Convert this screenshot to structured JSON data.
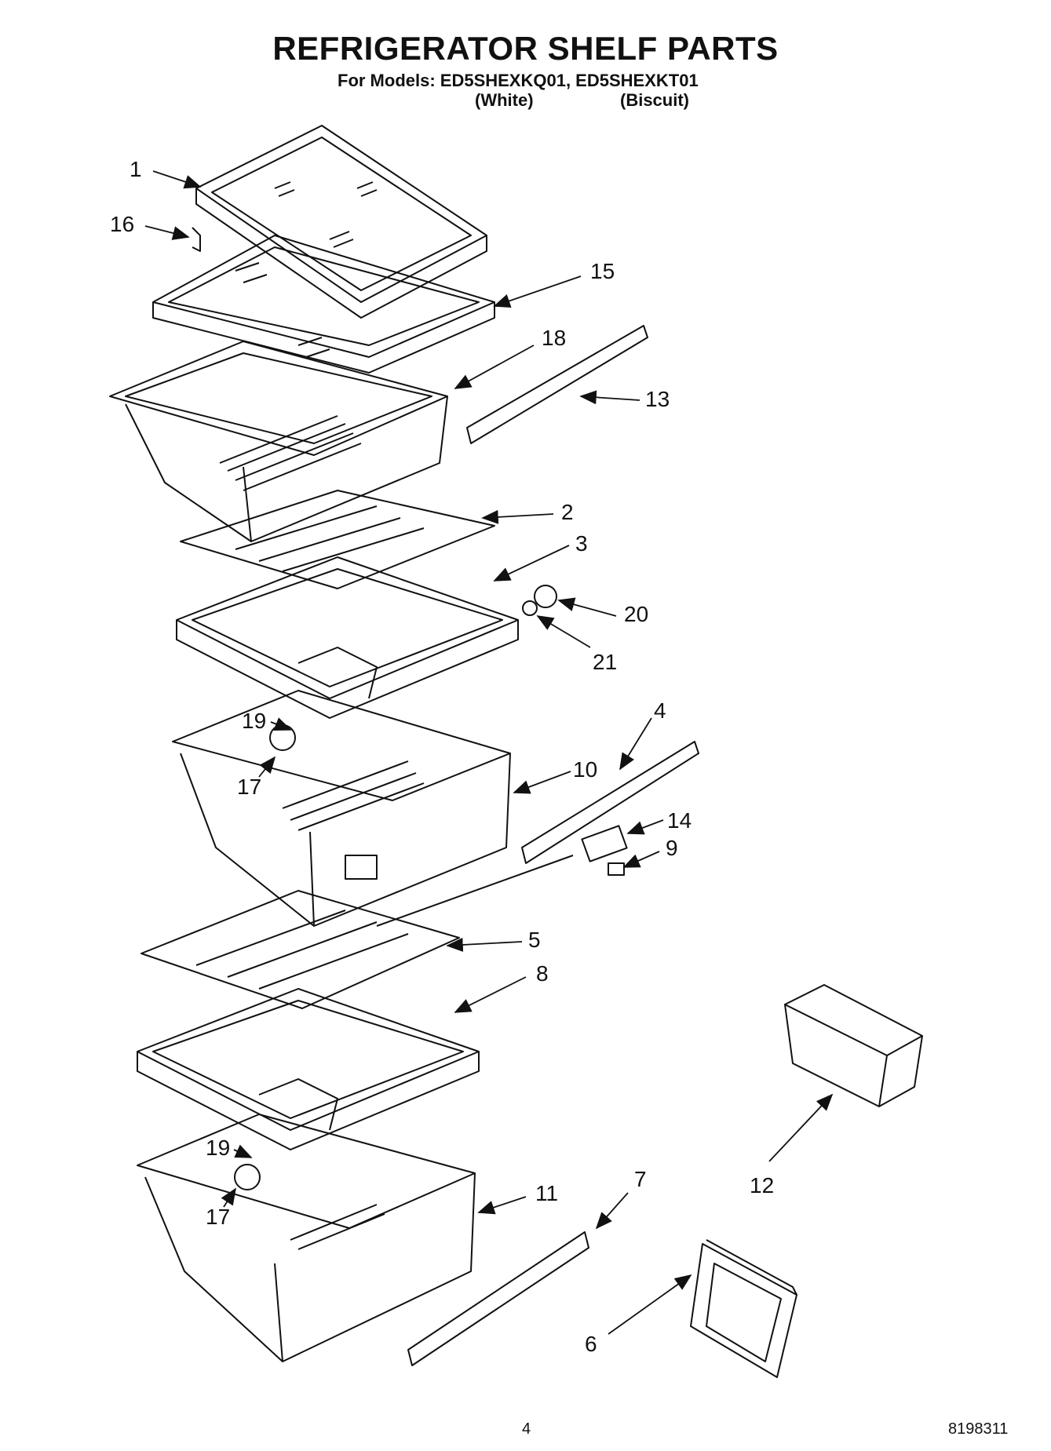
{
  "header": {
    "title": "REFRIGERATOR SHELF PARTS",
    "models_line": "For Models: ED5SHEXKQ01, ED5SHEXKT01",
    "variant_1": "(White)",
    "variant_2": "(Biscuit)"
  },
  "callouts": [
    "1",
    "16",
    "15",
    "18",
    "13",
    "2",
    "3",
    "20",
    "21",
    "19",
    "17",
    "4",
    "10",
    "14",
    "9",
    "5",
    "8",
    "19",
    "17",
    "12",
    "11",
    "7",
    "6"
  ],
  "footer": {
    "page_number": "4",
    "doc_number": "8198311"
  }
}
